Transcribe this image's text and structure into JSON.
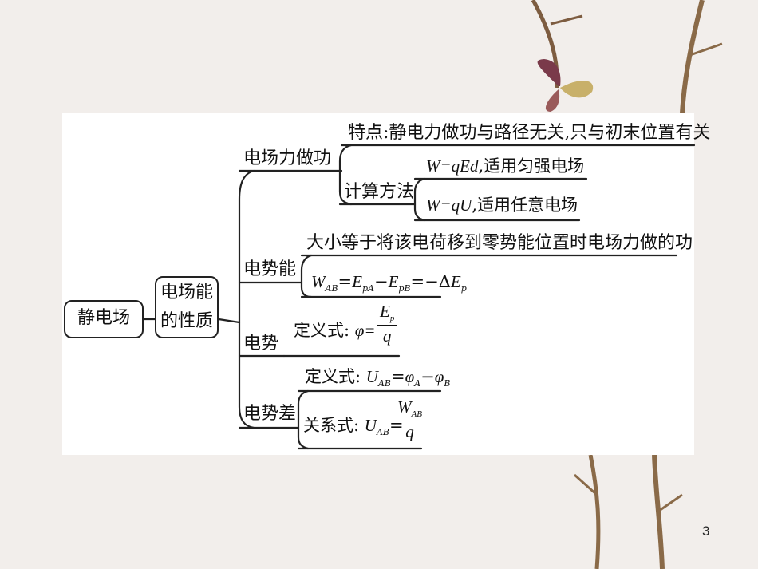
{
  "root": {
    "label": "静电场"
  },
  "property": {
    "line1": "电场能",
    "line2": "的性质"
  },
  "work": {
    "label": "电场力做功",
    "feature": "特点:静电力做功与路径无关,只与初末位置有关",
    "method_label": "计算方法",
    "method1_formula": "W=qEd",
    "method1_text": ",适用匀强电场",
    "method2_formula": "W=qU",
    "method2_text": ",适用任意电场"
  },
  "potential_energy": {
    "label": "电势能",
    "desc": "大小等于将该电荷移到零势能位置时电场力做的功",
    "formula": {
      "w": "W",
      "w_sub": "AB",
      "eq1": "=",
      "e1": "E",
      "e1_sub": "pA",
      "minus": "−",
      "e2": "E",
      "e2_sub": "pB",
      "eq2": "=−Δ",
      "e3": "E",
      "e3_sub": "p"
    }
  },
  "potential": {
    "label": "电势",
    "def_label": "定义式:",
    "lhs": "φ=",
    "num": "E",
    "num_sub": "p",
    "den": "q"
  },
  "potential_difference": {
    "label": "电势差",
    "def_label": "定义式:",
    "def_u": "U",
    "def_u_sub": "AB",
    "def_eq": "=",
    "phi_a": "φ",
    "phi_a_sub": "A",
    "def_minus": "−",
    "phi_b": "φ",
    "phi_b_sub": "B",
    "rel_label": "关系式:",
    "rel_u": "U",
    "rel_u_sub": "AB",
    "rel_eq": "=",
    "rel_num": "W",
    "rel_num_sub": "AB",
    "rel_den": "q"
  },
  "page_number": "3",
  "colors": {
    "background": "#f2eeeb",
    "panel": "#ffffff",
    "line": "#222222",
    "butterfly": "#7a3a4a",
    "branch": "#8a6a48"
  }
}
